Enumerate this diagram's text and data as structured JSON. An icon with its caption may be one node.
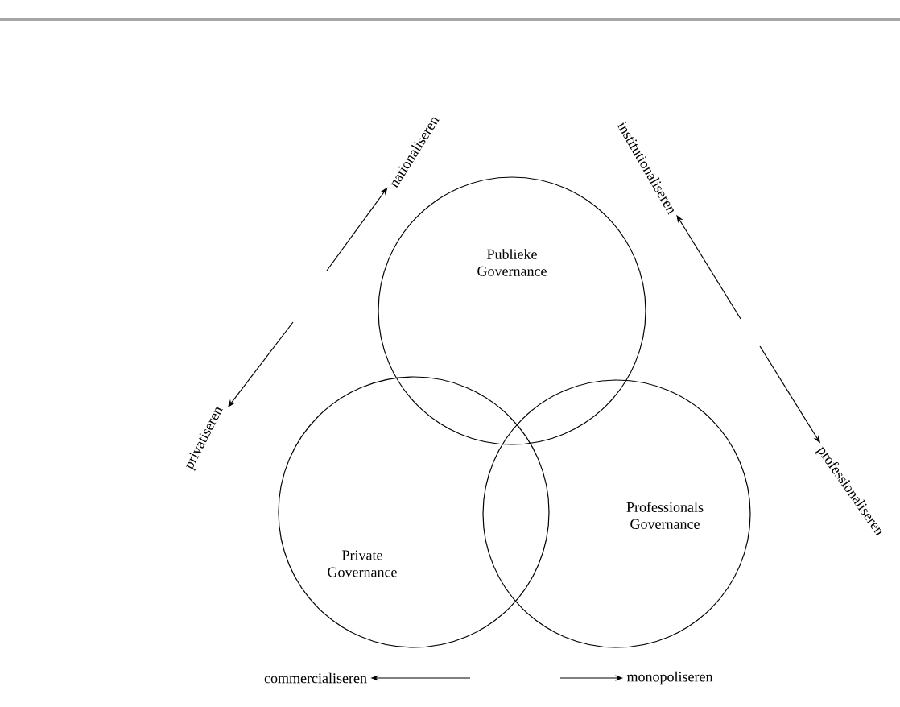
{
  "diagram": {
    "nodes": [
      {
        "text": [
          "Publieke Governance"
        ]
      },
      {
        "text": [
          "Private Governance"
        ]
      },
      {
        "text": [
          "Professionals Governance"
        ]
      },
      {
        "text": [
          "nationaliseren"
        ]
      },
      {
        "text": [
          "privatiseren"
        ]
      },
      {
        "text": [
          "institutionaliseren"
        ]
      },
      {
        "text": [
          "professionaliseren"
        ]
      },
      {
        "text": [
          "commercialiseren"
        ]
      },
      {
        "text": [
          "monopoliseren"
        ]
      }
    ],
    "edges": [
      {
        "from": null,
        "to": 3,
        "arrow": "to"
      },
      {
        "from": null,
        "to": 4,
        "arrow": "to"
      },
      {
        "from": null,
        "to": 5,
        "arrow": "to"
      },
      {
        "from": null,
        "to": 6,
        "arrow": "to"
      },
      {
        "from": null,
        "to": 7,
        "arrow": "to"
      },
      {
        "from": null,
        "to": 8,
        "arrow": "to"
      }
    ]
  }
}
